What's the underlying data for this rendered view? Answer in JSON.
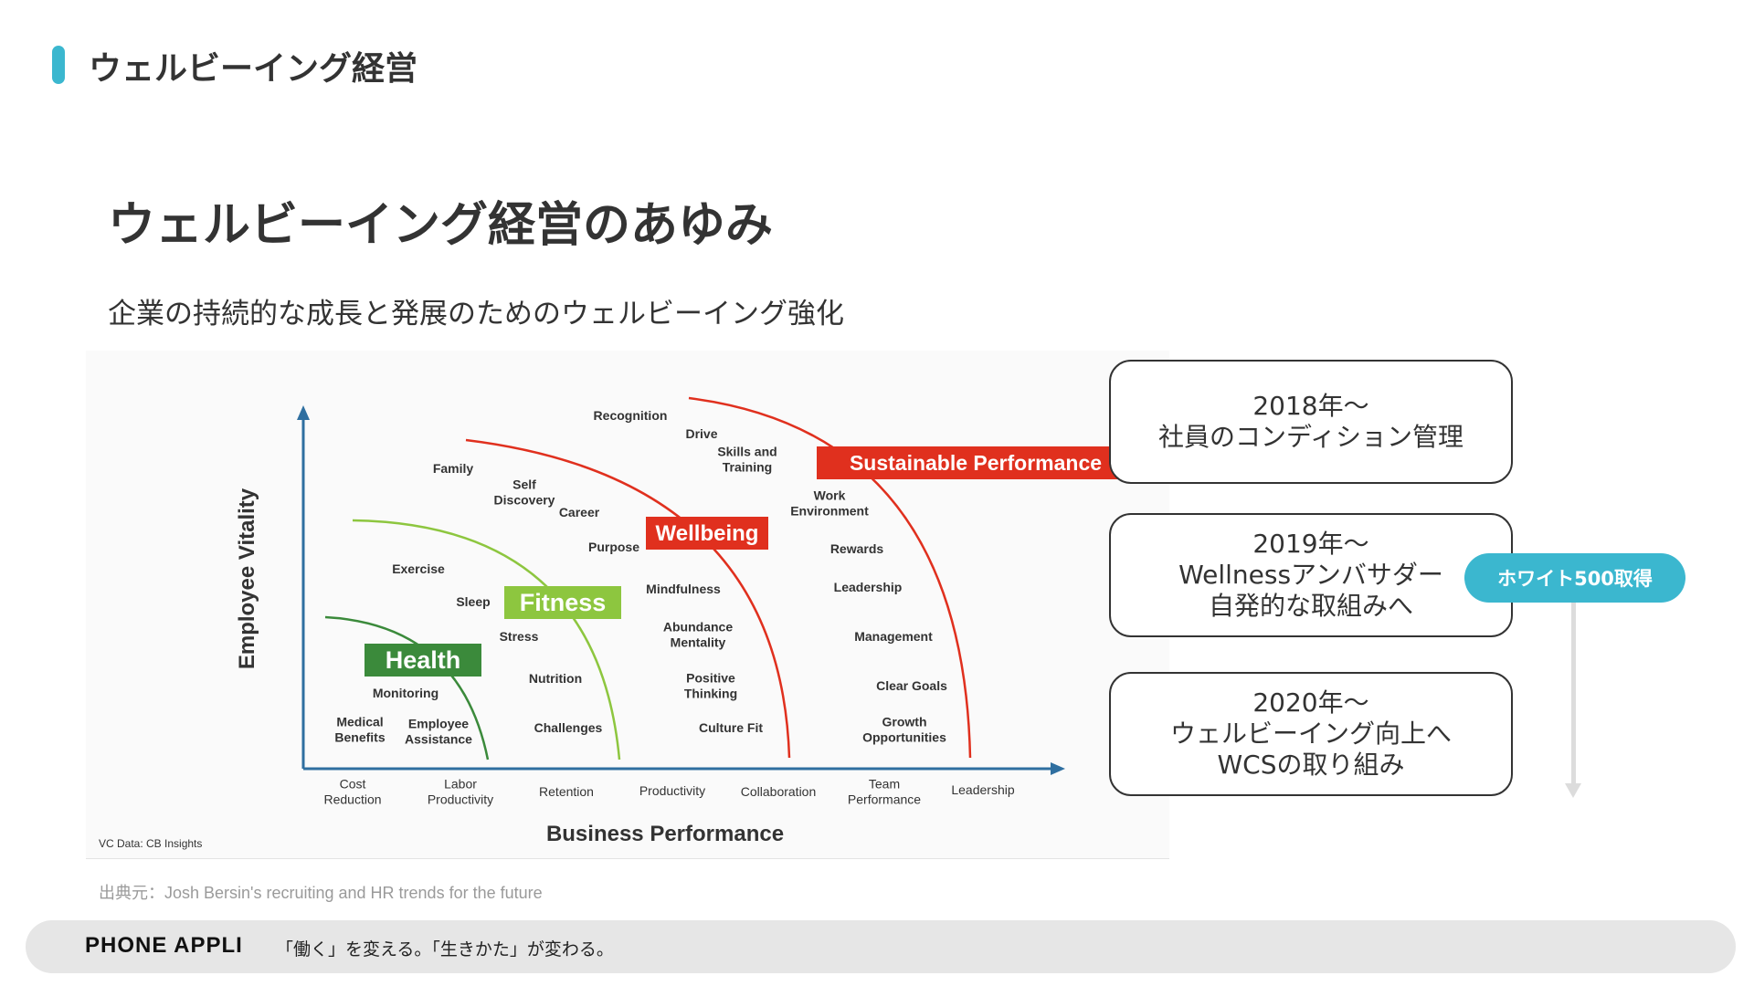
{
  "header": {
    "title": "ウェルビーイング経営"
  },
  "main": {
    "title": "ウェルビーイング経営のあゆみ",
    "subtitle": "企業の持続的な成長と発展のためのウェルビーイング強化"
  },
  "figure": {
    "y_axis_label": "Employee Vitality",
    "x_axis_label": "Business Performance",
    "x_ticks": [
      "Cost Reduction",
      "Labor Productivity",
      "Retention",
      "Productivity",
      "Collaboration",
      "Team Performance",
      "Leadership"
    ],
    "stages": [
      {
        "label": "Health",
        "color": "#3b8a3b"
      },
      {
        "label": "Fitness",
        "color": "#8dc63f"
      },
      {
        "label": "Wellbeing",
        "color": "#e0301e"
      },
      {
        "label": "Sustainable Performance",
        "color": "#e0301e"
      }
    ],
    "terms": [
      "Recognition",
      "Drive",
      "Skills and Training",
      "Family",
      "Self Discovery",
      "Career",
      "Work Environment",
      "Purpose",
      "Rewards",
      "Exercise",
      "Mindfulness",
      "Leadership",
      "Sleep",
      "Stress",
      "Abundance Mentality",
      "Management",
      "Nutrition",
      "Positive Thinking",
      "Clear Goals",
      "Monitoring",
      "Medical Benefits",
      "Employee Assistance",
      "Challenges",
      "Culture Fit",
      "Growth Opportunities"
    ],
    "credit": "VC Data: CB Insights"
  },
  "source": "出典元：Josh Bersin's recruiting and HR trends for the future",
  "timeline": [
    {
      "year": "2018年～",
      "lines": [
        "社員のコンディション管理"
      ]
    },
    {
      "year": "2019年～",
      "lines": [
        "Wellnessアンバサダー",
        "自発的な取組みへ"
      ]
    },
    {
      "year": "2020年～",
      "lines": [
        "ウェルビーイング向上へ",
        "WCSの取り組み"
      ]
    }
  ],
  "badge": {
    "label": "ホワイト500取得"
  },
  "footer": {
    "brand": "PHONE APPLI",
    "tagline": "「働く」を変える。「生きかた」が変わる。"
  },
  "colors": {
    "accent": "#3bb7cf",
    "health": "#3b8a3b",
    "fitness": "#8dc63f",
    "red": "#e0301e",
    "axis": "#2f6fa0"
  }
}
